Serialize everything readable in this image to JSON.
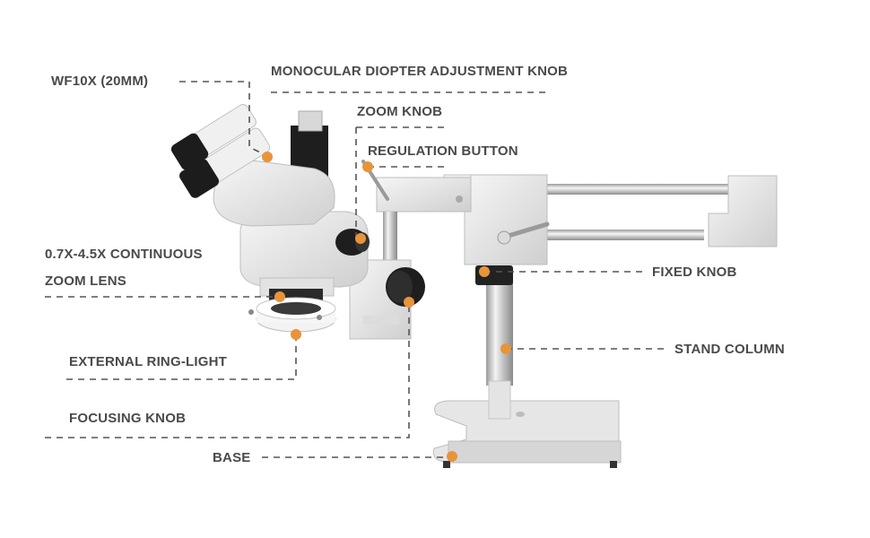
{
  "labels": {
    "eyepiece": "WF10X (20MM)",
    "diopter": "MONOCULAR DIOPTER ADJUSTMENT KNOB",
    "zoom_knob": "ZOOM KNOB",
    "regulation": "REGULATION BUTTON",
    "zoom_lens_line1": "0.7X-4.5X CONTINUOUS",
    "zoom_lens_line2": "ZOOM LENS",
    "fixed_knob": "FIXED KNOB",
    "stand_column": "STAND COLUMN",
    "ring_light": "EXTERNAL RING-LIGHT",
    "focusing_knob": "FOCUSING KNOB",
    "base": "BASE"
  },
  "colors": {
    "text": "#4a4a4a",
    "leader": "#555555",
    "marker": "#e8943a",
    "body": "#ececec",
    "body_shade": "#cfcfcf",
    "dark": "#1c1c1c",
    "chrome": "#d9d9d9"
  }
}
